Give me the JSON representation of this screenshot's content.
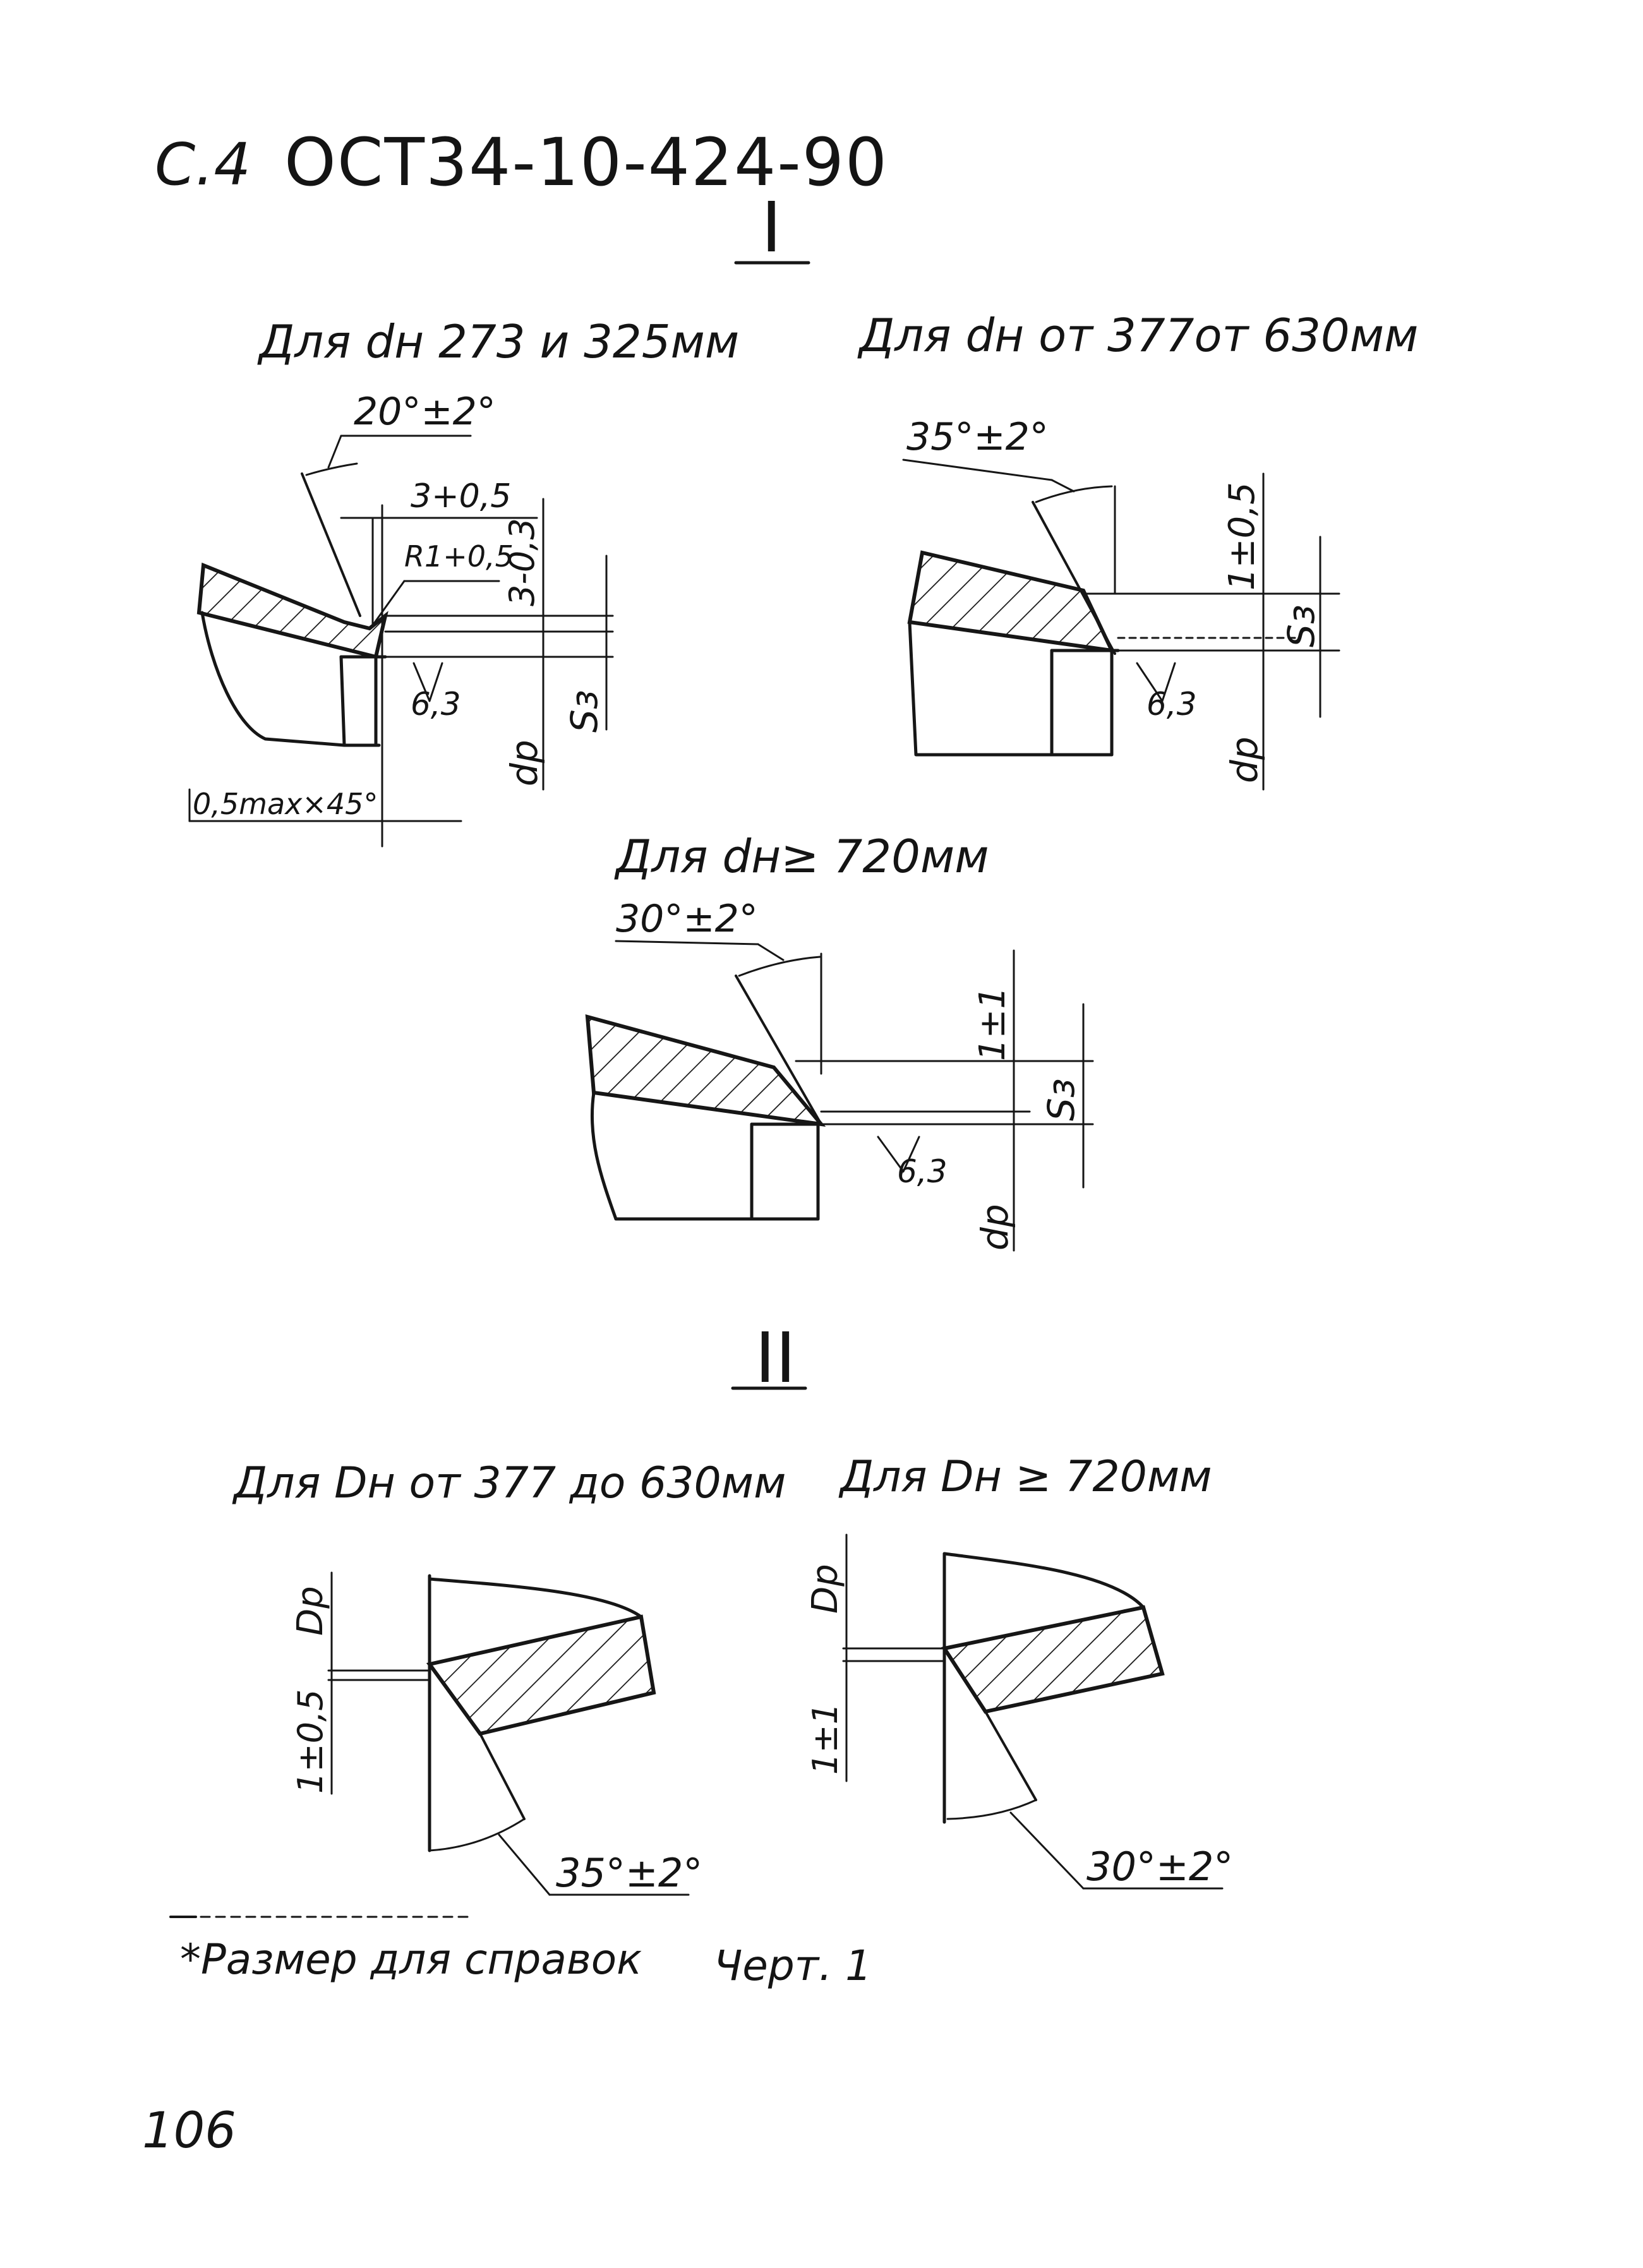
{
  "header": {
    "page_label": "С.4",
    "standard_code": "ОСТ34-10-424-90"
  },
  "section_I": {
    "numeral": "I",
    "views": [
      {
        "caption": "Для dн 273 и 325мм",
        "angle": "20°±2°",
        "dim_width": "3+0,5",
        "dim_radius": "R1+0,5",
        "dim_land": "3-0,3",
        "roughness": "6,3",
        "label_sz": "Sз",
        "label_dp": "dр",
        "chamfer": "0,5max×45°"
      },
      {
        "caption": "Для dн от 377от 630мм",
        "angle": "35°±2°",
        "dim_land": "1±0,5",
        "roughness": "6,3",
        "label_sz": "Sз",
        "label_dp": "dр"
      },
      {
        "caption": "Для dн≥ 720мм",
        "angle": "30°±2°",
        "dim_land": "1±1",
        "roughness": "6,3",
        "label_sz": "Sз",
        "label_dp": "dр"
      }
    ]
  },
  "section_II": {
    "numeral": "II",
    "views": [
      {
        "caption": "Для Dн от 377 до 630мм",
        "angle": "35°±2°",
        "label_dp": "Dр",
        "dim_land": "1±0,5"
      },
      {
        "caption": "Для Dн ≥ 720мм",
        "angle": "30°±2°",
        "label_dp": "Dр",
        "dim_land": "1±1"
      }
    ]
  },
  "footnote": "*Размер для справок",
  "figure_label": "Черт. 1",
  "page_number": "106",
  "colors": {
    "ink": "#161616",
    "paper": "#ffffff"
  }
}
